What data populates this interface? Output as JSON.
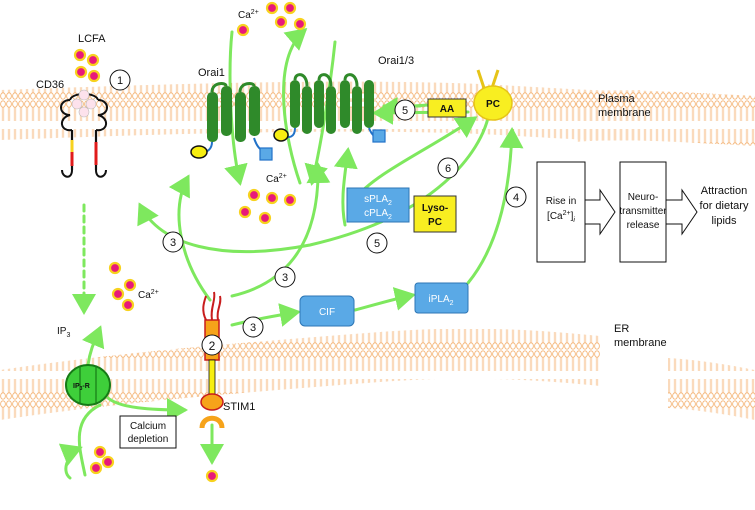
{
  "colors": {
    "membrane": "#f4b67a",
    "arrow": "#7ee85e",
    "channel": "#2f8a2a",
    "calcium_fill": "#e8197a",
    "calcium_ring": "#f7d21e",
    "blue_box": "#5aa9e6",
    "yellow_box": "#f8ee21"
  },
  "labels": {
    "lcfa": "LCFA",
    "cd36": "CD36",
    "ca_top": "Ca",
    "ca_top_sup": "2+",
    "orai1": "Orai1",
    "orai13": "Orai1/3",
    "ca_mid": "Ca",
    "ca_mid_sup": "2+",
    "ca_left": "Ca",
    "ca_left_sup": "2+",
    "ip3": "IP",
    "ip3_sub": "3",
    "ip3r": "IP",
    "ip3r_sub": "3",
    "ip3r_tail": "-R",
    "stim1": "STIM1",
    "plasma_membrane_1": "Plasma",
    "plasma_membrane_2": "membrane",
    "er_membrane_1": "ER",
    "er_membrane_2": "membrane",
    "calcium_depletion_1": "Calcium",
    "calcium_depletion_2": "depletion",
    "aa": "AA",
    "pc": "PC",
    "spla2_a": "sPLA",
    "spla2_a_sub": "2",
    "spla2_b": "cPLA",
    "spla2_b_sub": "2",
    "lyso_1": "Lyso-",
    "lyso_2": "PC",
    "cif": "CIF",
    "ipla2": "iPLA",
    "ipla2_sub": "2",
    "rise_1": "Rise in",
    "rise_2": "[Ca",
    "rise_2_sup": "2+",
    "rise_2_tail": "]",
    "rise_2_sub": "i",
    "neuro_1": "Neuro-",
    "neuro_2": "transmitter",
    "neuro_3": "release",
    "attraction_1": "Attraction",
    "attraction_2": "for dietary",
    "attraction_3": "lipids"
  },
  "steps": {
    "s1": "1",
    "s2": "2",
    "s3a": "3",
    "s3b": "3",
    "s3c": "3",
    "s4": "4",
    "s5a": "5",
    "s5b": "5",
    "s6": "6"
  }
}
